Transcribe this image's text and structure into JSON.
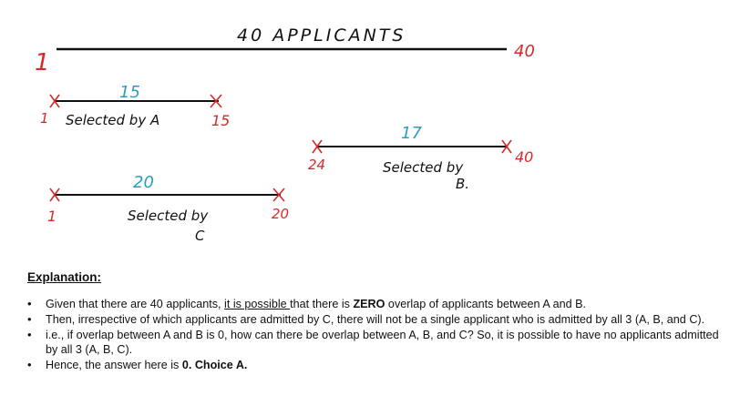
{
  "diagram": {
    "title": "40 APPLICANTS",
    "main_line": {
      "start": "1",
      "end": "40"
    },
    "segments": [
      {
        "id": "a",
        "count": "15",
        "start": "1",
        "end": "15",
        "label_lines": [
          "Selected by A"
        ]
      },
      {
        "id": "b",
        "count": "17",
        "start": "24",
        "end": "40",
        "label_lines": [
          "Selected by",
          "B."
        ]
      },
      {
        "id": "c",
        "count": "20",
        "start": "1",
        "end": "20",
        "label_lines": [
          "Selected by",
          "C"
        ]
      }
    ]
  },
  "colors": {
    "ink": "#111111",
    "red": "#d42a2a",
    "blue": "#2c9cc0"
  },
  "explanation": {
    "title": "Explanation:",
    "bullets": [
      {
        "parts": [
          {
            "text": "Given that there are 40 applicants, "
          },
          {
            "text": "it is possible ",
            "style": "underline"
          },
          {
            "text": "that there is "
          },
          {
            "text": "ZERO",
            "style": "bold"
          },
          {
            "text": " overlap of applicants between A and B."
          }
        ]
      },
      {
        "parts": [
          {
            "text": "Then, irrespective of which applicants are admitted by C, there will not be a single applicant who is admitted by all 3 (A, B, and C)."
          }
        ]
      },
      {
        "parts": [
          {
            "text": "i.e., if overlap between A and B is 0, how can there be overlap between A, B, and C? So, it is possible to have no applicants admitted by all 3 (A, B, C)."
          }
        ]
      },
      {
        "parts": [
          {
            "text": "Hence, the answer here is "
          },
          {
            "text": "0. Choice A.",
            "style": "bold"
          }
        ]
      }
    ]
  }
}
